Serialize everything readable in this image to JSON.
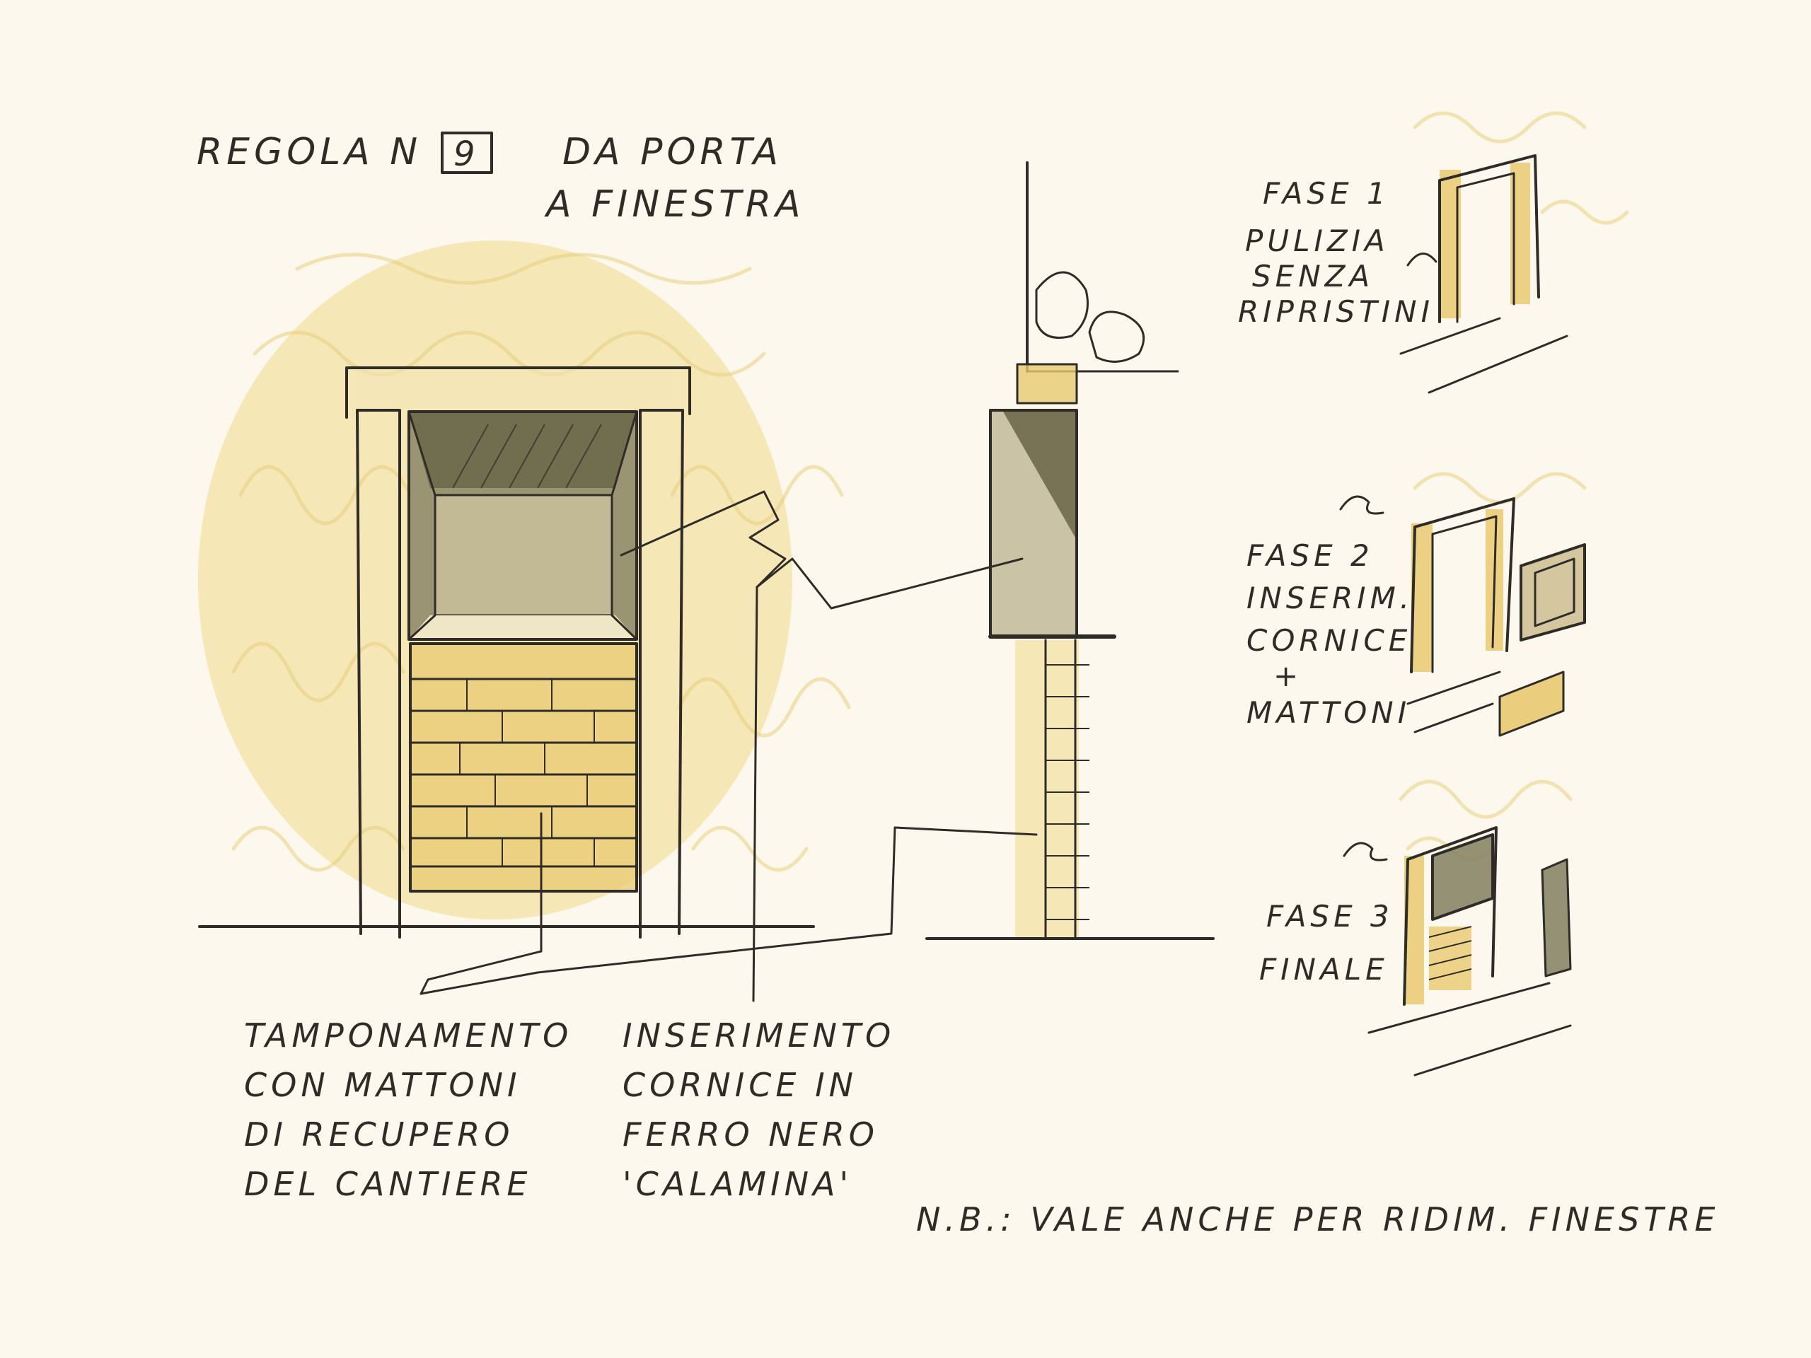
{
  "title": {
    "line1_prefix": "REGOLA N",
    "rule_number": "9",
    "line1_suffix": "DA PORTA",
    "line2": "A FINESTRA"
  },
  "phases": [
    {
      "lines": [
        "FASE 1",
        "PULIZIA",
        "SENZA",
        "RIPRISTINI"
      ]
    },
    {
      "lines": [
        "FASE 2",
        "INSERIM.",
        "CORNICE",
        "+",
        "MATTONI"
      ]
    },
    {
      "lines": [
        "FASE 3",
        "FINALE"
      ]
    }
  ],
  "annotations": {
    "infill": [
      "TAMPONAMENTO",
      "CON MATTONI",
      "DI RECUPERO",
      "DEL CANTIERE"
    ],
    "frame": [
      "INSERIMENTO",
      "CORNICE IN",
      "FERRO NERO",
      "'CALAMINA'"
    ]
  },
  "note": "N.B.: VALE ANCHE PER RIDIM. FINESTRE",
  "colors": {
    "paper": "#fcf8ee",
    "ink": "#2f2c28",
    "ochre_wash": "#f1d98a",
    "dark_iron": "#8a8566"
  }
}
